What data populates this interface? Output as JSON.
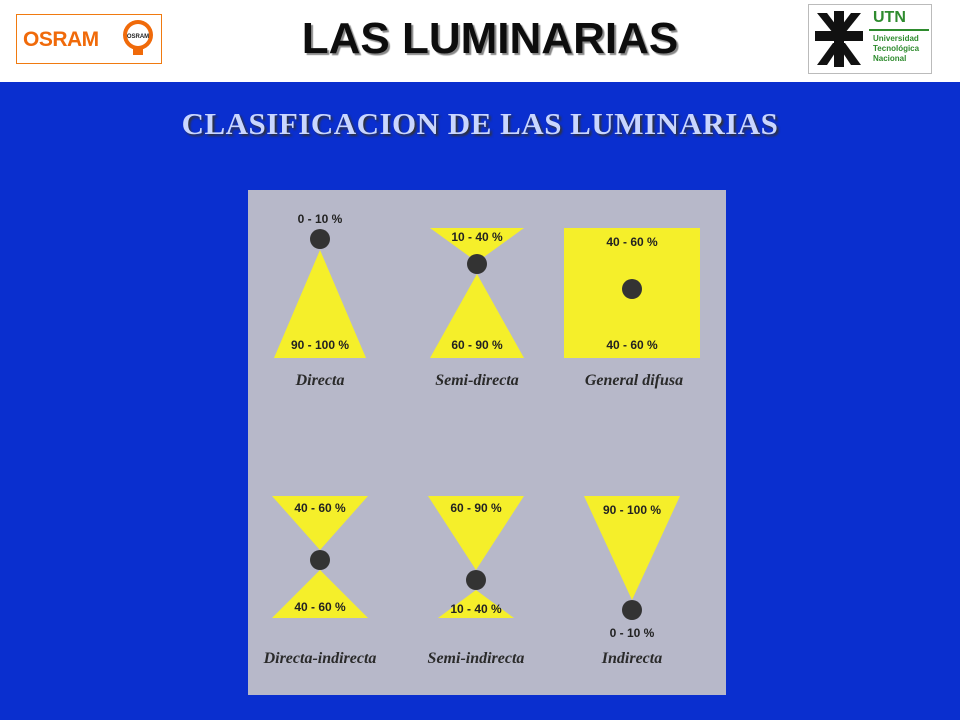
{
  "header": {
    "title": "LAS LUMINARIAS",
    "osram_logo": "OSRAM",
    "osram_badge": "OSRAM",
    "utn": {
      "abbrev": "UTN",
      "name_line1": "Universidad",
      "name_line2": "Tecnológica",
      "name_line3": "Nacional"
    }
  },
  "subtitle": "CLASIFICACION DE LAS LUMINARIAS",
  "colors": {
    "background": "#0a2fcf",
    "panel": "#b7b8c9",
    "light": "#f5ef2a",
    "lamp": "#333333",
    "osram_orange": "#f06a0a",
    "utn_green": "#2e8b2e"
  },
  "luminarias": [
    {
      "label": "Directa",
      "top_pct": "0 - 10 %",
      "bottom_pct": "90 - 100 %"
    },
    {
      "label": "Semi-directa",
      "top_pct": "10 - 40 %",
      "bottom_pct": "60 - 90 %"
    },
    {
      "label": "General difusa",
      "top_pct": "40 - 60 %",
      "bottom_pct": "40 - 60 %"
    },
    {
      "label": "Directa-indirecta",
      "top_pct": "40 - 60 %",
      "bottom_pct": "40 - 60 %"
    },
    {
      "label": "Semi-indirecta",
      "top_pct": "60 - 90 %",
      "bottom_pct": "10 - 40 %"
    },
    {
      "label": "Indirecta",
      "top_pct": "90 - 100 %",
      "bottom_pct": "0 - 10 %"
    }
  ]
}
